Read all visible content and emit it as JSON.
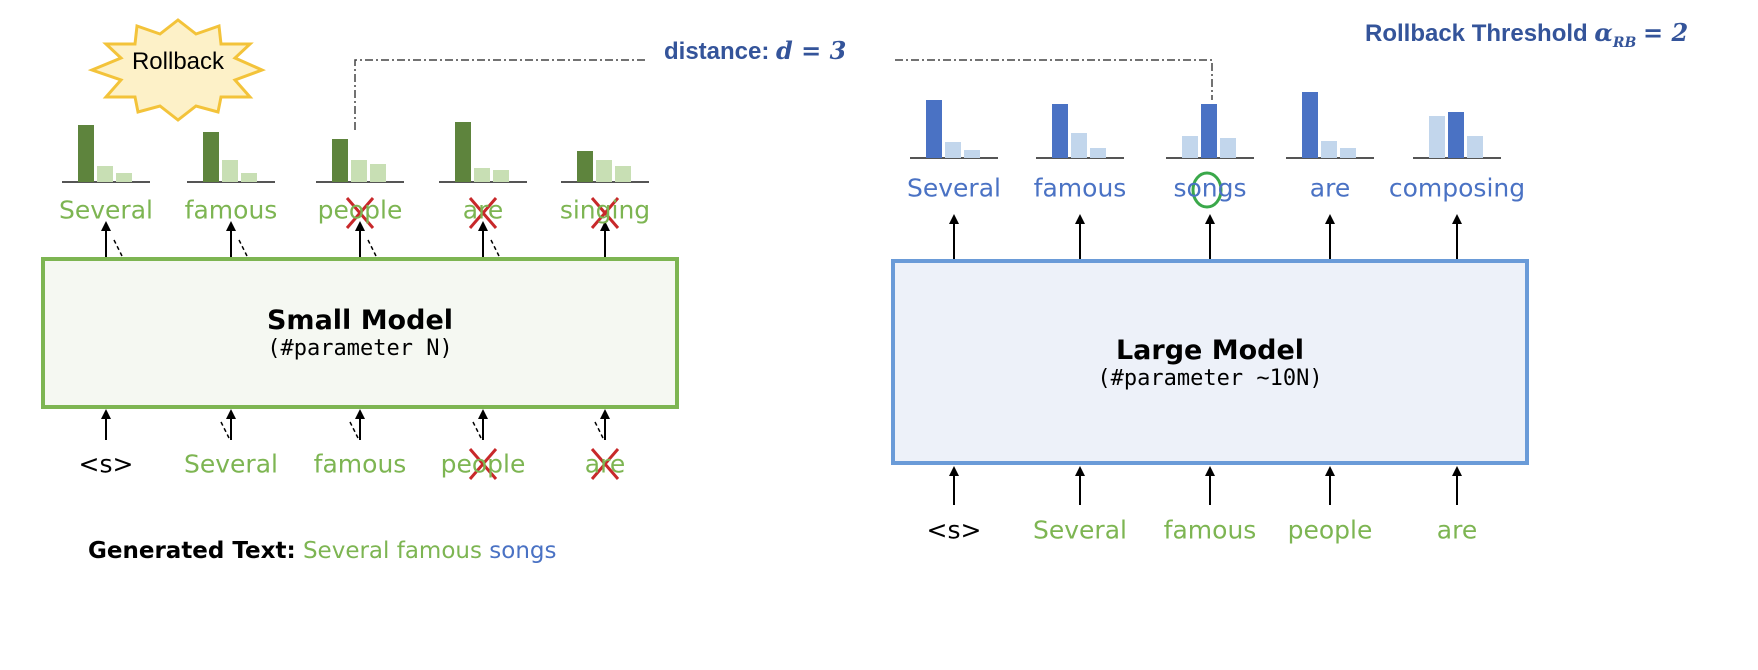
{
  "rollback_label": "Rollback",
  "distance": {
    "label": "distance:",
    "formula": "d = 3"
  },
  "threshold": {
    "label": "Rollback Threshold",
    "symbol": "α",
    "subscript": "RB",
    "value": "= 2"
  },
  "small_model": {
    "title": "Small Model",
    "subtitle": "(#parameter N)",
    "outputs": [
      {
        "token": "Several",
        "rejected": false,
        "probs": [
          57,
          16,
          9
        ],
        "top_index": 0
      },
      {
        "token": "famous",
        "rejected": false,
        "probs": [
          50,
          22,
          9
        ],
        "top_index": 0
      },
      {
        "token": "people",
        "rejected": true,
        "probs": [
          43,
          22,
          18
        ],
        "top_index": 0
      },
      {
        "token": "are",
        "rejected": true,
        "probs": [
          60,
          14,
          12
        ],
        "top_index": 0
      },
      {
        "token": "singing",
        "rejected": true,
        "probs": [
          31,
          22,
          16
        ],
        "top_index": 0
      }
    ],
    "inputs": [
      {
        "token": "<s>",
        "rejected": false
      },
      {
        "token": "Several",
        "rejected": false
      },
      {
        "token": "famous",
        "rejected": false
      },
      {
        "token": "people",
        "rejected": true
      },
      {
        "token": "are",
        "rejected": true
      }
    ]
  },
  "large_model": {
    "title": "Large Model",
    "subtitle": "(#parameter ~10N)",
    "outputs": [
      {
        "token": "Several",
        "circled": false,
        "probs": [
          58,
          16,
          8
        ],
        "top_index": 0
      },
      {
        "token": "famous",
        "circled": false,
        "probs": [
          54,
          25,
          10
        ],
        "top_index": 0
      },
      {
        "token": "songs",
        "circled": true,
        "probs": [
          22,
          54,
          20
        ],
        "top_index": 1
      },
      {
        "token": "are",
        "circled": false,
        "probs": [
          66,
          17,
          10
        ],
        "top_index": 0
      },
      {
        "token": "composing",
        "circled": false,
        "probs": [
          42,
          46,
          22
        ],
        "top_index": 1
      }
    ],
    "inputs": [
      "<s>",
      "Several",
      "famous",
      "people",
      "are"
    ]
  },
  "generated": {
    "label": "Generated Text:",
    "accepted": "Several famous",
    "corrected": "songs"
  },
  "colors": {
    "green": "#7db552",
    "dark_green": "#5e843d",
    "light_green": "#c8dfb4",
    "blue": "#4a72c4",
    "light_blue": "#c2d6ec",
    "title_blue": "#34549a",
    "small_fill": "#f5f8f2",
    "large_fill": "#edf1f9",
    "large_border": "#6a9bd8",
    "red": "#c8282a"
  }
}
